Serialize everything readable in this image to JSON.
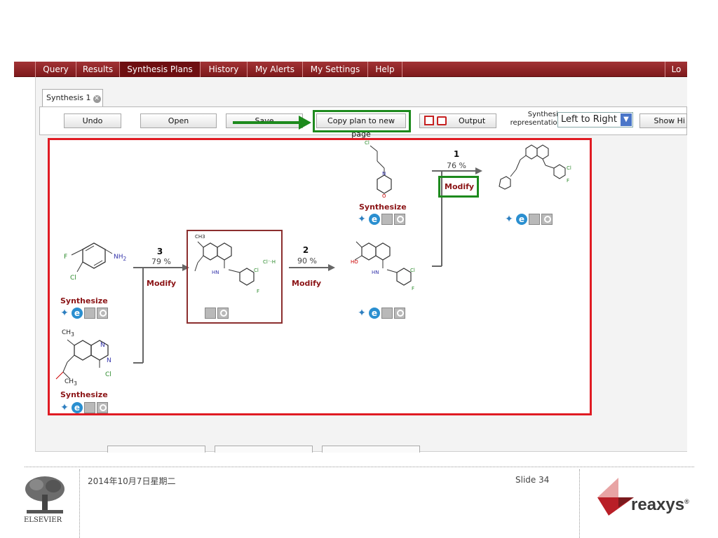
{
  "nav": {
    "items": [
      "Query",
      "Results",
      "Synthesis Plans",
      "History",
      "My Alerts",
      "My Settings",
      "Help"
    ],
    "right_item": "Lo"
  },
  "tab": {
    "label": "Synthesis 1"
  },
  "toolbar": {
    "undo": "Undo",
    "open": "Open",
    "save": "Save",
    "copy_plan": "Copy plan to new page",
    "output": "Output",
    "representation_label": "Synthesis representation",
    "representation_value": "Left to Right",
    "show_hits": "Show Hi"
  },
  "plan": {
    "synthesize_label": "Synthesize",
    "modify_label": "Modify",
    "steps": [
      {
        "number": "3",
        "yield": "79 %"
      },
      {
        "number": "2",
        "yield": "90 %"
      },
      {
        "number": "1",
        "yield": "76 %"
      }
    ],
    "atoms": {
      "f": "F",
      "nh2": "NH",
      "nh2_sub": "2",
      "cl": "Cl",
      "ch3": "CH",
      "ch3_sub": "3",
      "o": "O",
      "n": "N",
      "hn": "HN",
      "ho": "HO",
      "clh": "Cl⁻·H",
      "ch3_small": "CH3"
    }
  },
  "footer": {
    "date": "2014年10月7日星期二",
    "slide": "Slide 34",
    "publisher": "ELSEVIER",
    "brand": "reaxys",
    "brand_mark": "®"
  },
  "colors": {
    "nav_bg": "#8e2224",
    "highlight_green": "#1d8a1d",
    "canvas_border": "#e01b23",
    "modify_text": "#8b1416"
  }
}
